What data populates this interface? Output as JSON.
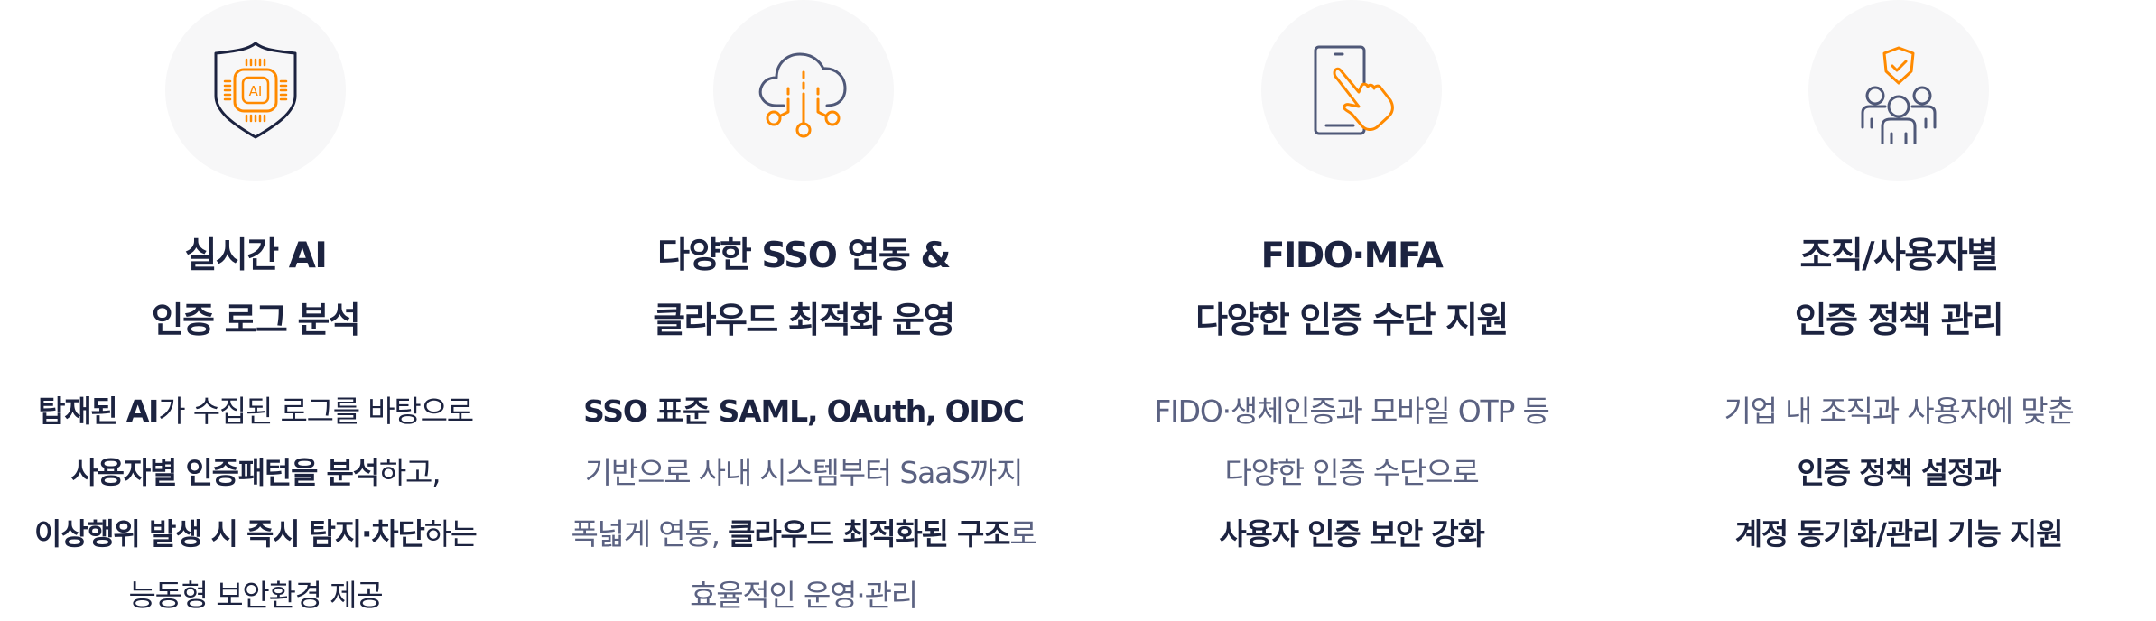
{
  "colors": {
    "title": "#1c2340",
    "body_text": "#5b6282",
    "emphasis": "#1c2340",
    "accent_orange": "#ff8a00",
    "icon_stroke": "#4f5878",
    "circle_bg": "#f7f7f8"
  },
  "features": [
    {
      "icon": "ai-shield-chip-icon",
      "title": [
        "실시간 AI",
        "인증 로그 분석"
      ],
      "description": [
        [
          {
            "text": "탑재된 AI",
            "bold": true
          },
          {
            "text": "가 수집된 로그를 바탕으로",
            "bold": false
          }
        ],
        [
          {
            "text": "사용자별 인증패턴을 분석",
            "bold": true
          },
          {
            "text": "하고,",
            "bold": false
          }
        ],
        [
          {
            "text": "이상행위 발생 시 즉시 탐지·차단",
            "bold": true
          },
          {
            "text": "하는",
            "bold": false
          }
        ],
        [
          {
            "text": "능동형 보안환경 제공",
            "bold": false
          }
        ]
      ]
    },
    {
      "icon": "cloud-network-icon",
      "title": [
        "다양한 SSO 연동 &",
        "클라우드 최적화 운영"
      ],
      "description": [
        [
          {
            "text": "SSO 표준 SAML, OAuth, OIDC",
            "bold": true
          }
        ],
        [
          {
            "text": "기반으로 사내 시스템부터 SaaS까지",
            "bold": false
          }
        ],
        [
          {
            "text": "폭넓게 연동, ",
            "bold": false
          },
          {
            "text": "클라우드 최적화된 구조",
            "bold": true
          },
          {
            "text": "로",
            "bold": false
          }
        ],
        [
          {
            "text": "효율적인 운영·관리",
            "bold": false
          }
        ]
      ]
    },
    {
      "icon": "phone-touch-icon",
      "title": [
        "FIDO·MFA",
        "다양한 인증 수단 지원"
      ],
      "description": [
        [
          {
            "text": "FIDO·생체인증과 모바일 OTP 등",
            "bold": false
          }
        ],
        [
          {
            "text": "다양한 인증 수단으로",
            "bold": false
          }
        ],
        [
          {
            "text": "사용자 인증 보안 강화",
            "bold": true
          }
        ]
      ]
    },
    {
      "icon": "users-shield-check-icon",
      "title": [
        "조직/사용자별",
        "인증 정책 관리"
      ],
      "description": [
        [
          {
            "text": "기업 내 조직과 사용자에 맞춘",
            "bold": false
          }
        ],
        [
          {
            "text": "인증 정책 설정과",
            "bold": true
          }
        ],
        [
          {
            "text": "계정 동기화/관리 기능 지원",
            "bold": true
          }
        ]
      ]
    }
  ]
}
